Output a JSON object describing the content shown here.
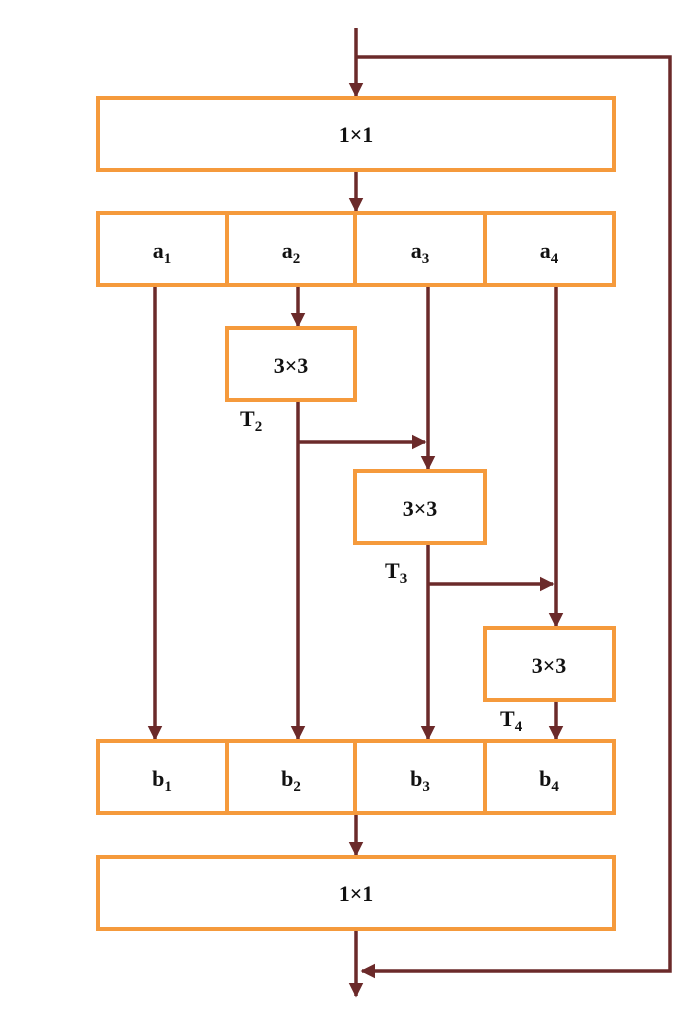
{
  "conv_top": {
    "label": "1×1"
  },
  "splits_top": {
    "a1": {
      "base": "a",
      "sub": "1"
    },
    "a2": {
      "base": "a",
      "sub": "2"
    },
    "a3": {
      "base": "a",
      "sub": "3"
    },
    "a4": {
      "base": "a",
      "sub": "4"
    }
  },
  "conv3x3": {
    "k2": {
      "label": "3×3",
      "t_base": "T",
      "t_sub": "2"
    },
    "k3": {
      "label": "3×3",
      "t_base": "T",
      "t_sub": "3"
    },
    "k4": {
      "label": "3×3",
      "t_base": "T",
      "t_sub": "4"
    }
  },
  "splits_bottom": {
    "b1": {
      "base": "b",
      "sub": "1"
    },
    "b2": {
      "base": "b",
      "sub": "2"
    },
    "b3": {
      "base": "b",
      "sub": "3"
    },
    "b4": {
      "base": "b",
      "sub": "4"
    }
  },
  "conv_bottom": {
    "label": "1×1"
  },
  "colors": {
    "box_stroke": "#f59a3c",
    "line": "#6b2a2a",
    "text": "#111111"
  }
}
